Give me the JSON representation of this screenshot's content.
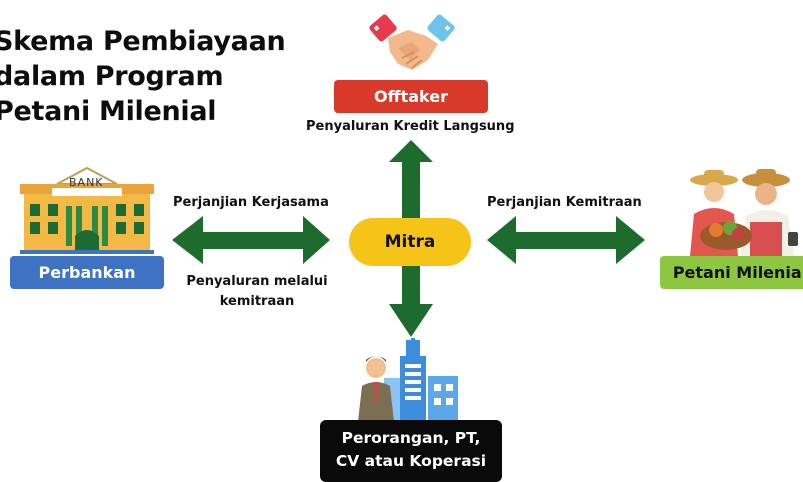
{
  "title": {
    "lines": [
      "Skema Pembiayaan",
      "dalam Program",
      "Petani Milenial"
    ]
  },
  "nodes": {
    "offtaker": "Offtaker",
    "perbankan": "Perbankan",
    "petani": "Petani Milenial",
    "mitra": "Mitra",
    "entity": {
      "lines": [
        "Perorangan, PT,",
        "CV atau Koperasi"
      ]
    },
    "bank_sign": "BANK"
  },
  "edges": {
    "top": "Penyaluran Kredit Langsung",
    "left_top": "Perjanjian Kerjasama",
    "left_bottom": {
      "lines": [
        "Penyaluran melalui",
        "kemitraan"
      ]
    },
    "right_top": "Perjanjian Kemitraan"
  },
  "colors": {
    "arrow": "#1e6b2e",
    "offtaker": "#d8392b",
    "perbankan": "#3d73c2",
    "petani": "#8dc63f",
    "mitra": "#f6c318",
    "entity": "#0a0a0a"
  },
  "icons": [
    "handshake-icon",
    "bank-building-icon",
    "farmers-icon",
    "businessman-city-icon"
  ]
}
